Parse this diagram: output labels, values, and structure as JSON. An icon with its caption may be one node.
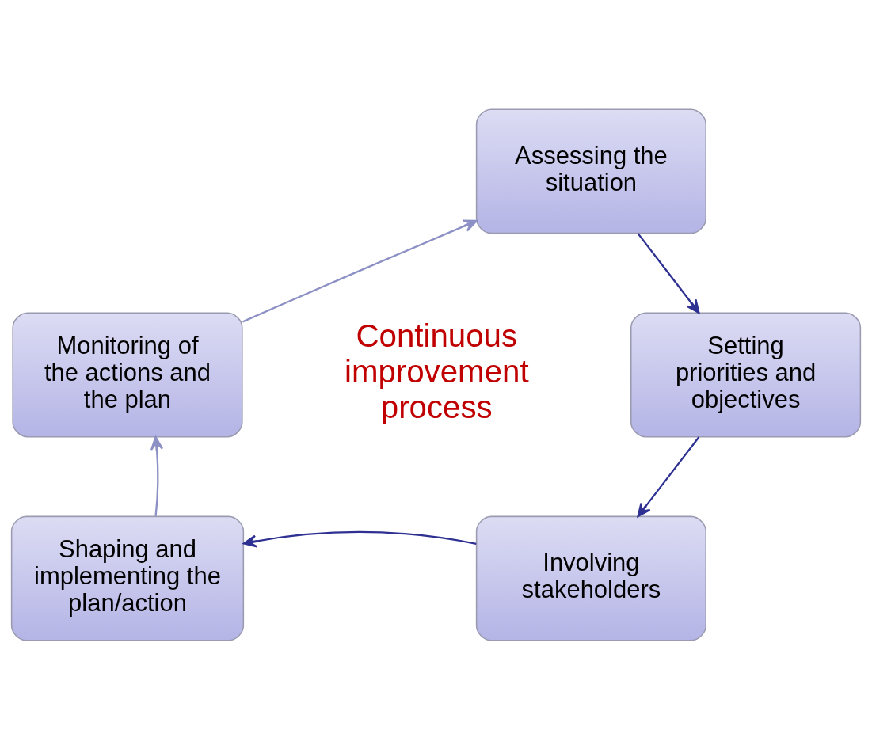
{
  "diagram": {
    "nodes": [
      {
        "text": [
          "Assessing the situation"
        ]
      },
      {
        "text": [
          "Setting priorities and objectives"
        ]
      },
      {
        "text": [
          "Involving stakeholders"
        ]
      },
      {
        "text": [
          "Shaping and implementing the plan/action"
        ]
      },
      {
        "text": [
          "Monitoring of the actions and the plan"
        ]
      }
    ],
    "edges": [
      {
        "from": 0,
        "to": 1,
        "arrow": "to"
      },
      {
        "from": 1,
        "to": 2,
        "arrow": "to"
      },
      {
        "from": 2,
        "to": 3,
        "arrow": "to"
      },
      {
        "from": 3,
        "to": 4,
        "arrow": "to",
        "color": "#8c90c4"
      },
      {
        "from": 4,
        "to": 0,
        "arrow": "to",
        "color": "#8c90c4"
      }
    ],
    "labels": [
      "Continuous improvement process"
    ]
  }
}
